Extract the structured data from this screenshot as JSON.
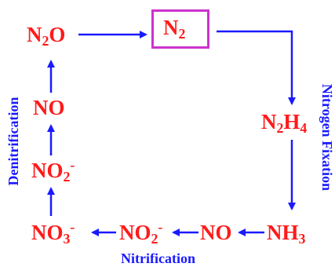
{
  "colors": {
    "compound": "#ff1a1a",
    "arrow": "#1a1aff",
    "label": "#1a1aff",
    "box": "#cc33cc"
  },
  "compounds": {
    "n2o": {
      "main": "N",
      "sub": "2",
      "tail": "O"
    },
    "n2": {
      "main": "N",
      "sub": "2"
    },
    "n2h4": {
      "main": "N",
      "sub": "2",
      "mid": "H",
      "sub2": "4"
    },
    "nh3": {
      "main": "NH",
      "sub": "3"
    },
    "no_right": {
      "main": "NO"
    },
    "no2_bottom": {
      "main": "NO",
      "sub": "2",
      "sup": "-"
    },
    "no3_bottom": {
      "main": "NO",
      "sub": "3",
      "sup": "-"
    },
    "no2_left": {
      "main": "NO",
      "sub": "2",
      "sup": "-"
    },
    "no_left": {
      "main": "NO"
    }
  },
  "labels": {
    "nitrogen_fixation": "Nitrogen Fixation",
    "nitrification": "Nitrification",
    "denitrification": "Denitrification"
  }
}
